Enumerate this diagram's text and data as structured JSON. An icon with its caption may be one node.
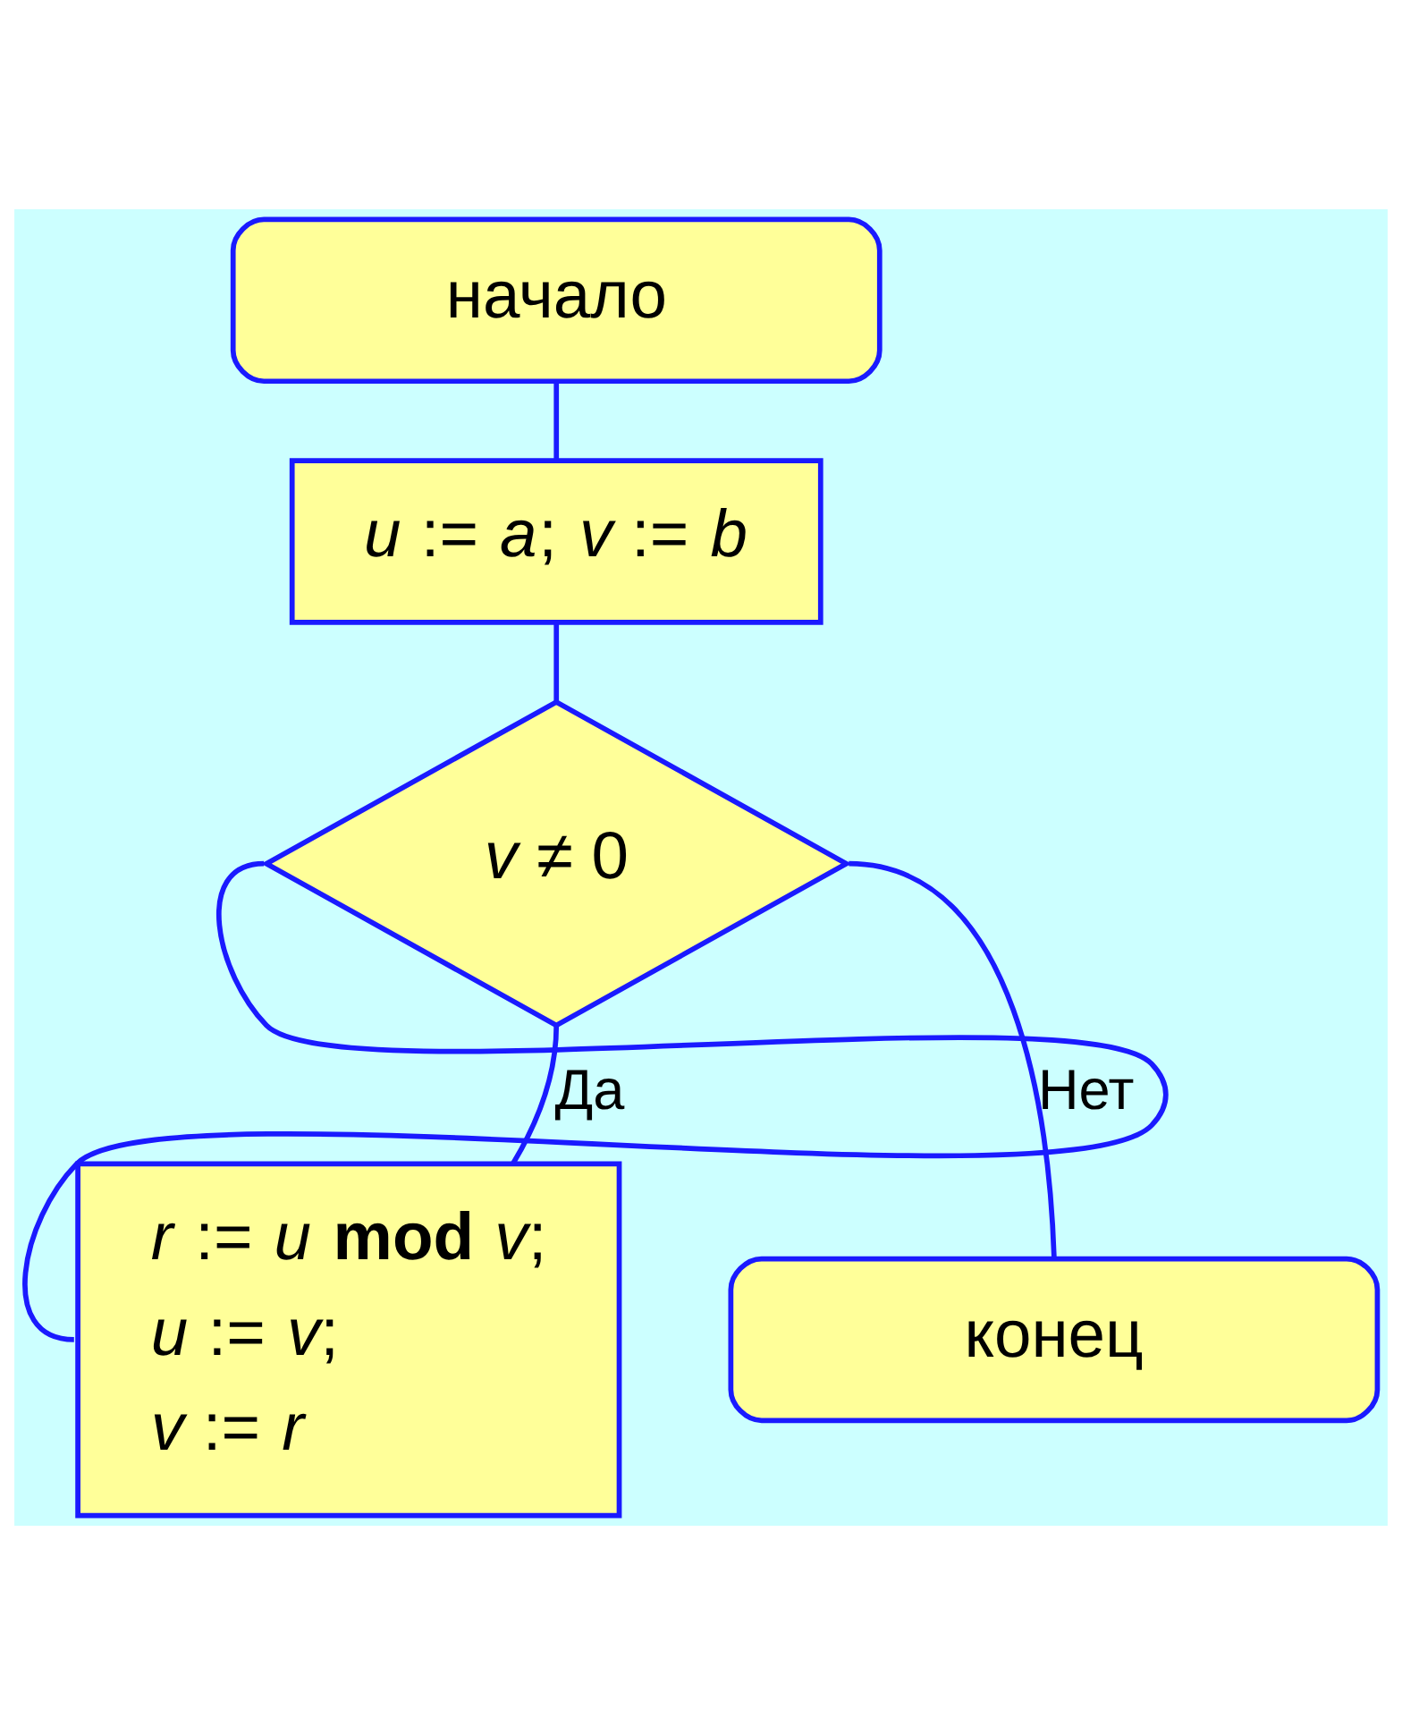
{
  "diagram": {
    "nodes": [
      {
        "text": [
          "начало"
        ]
      },
      {
        "text": [
          "*u* := *a*; *v* := *b*"
        ]
      },
      {
        "text": [
          "*v* ≠ 0"
        ]
      },
      {
        "text": [
          "*r* := *u* **mod** *v*;",
          "*u* := *v*;",
          "*v* := *r*"
        ]
      },
      {
        "text": [
          "конец"
        ]
      }
    ],
    "edges": [
      {
        "from": 0,
        "to": 1,
        "arrow": "none"
      },
      {
        "from": 1,
        "to": 2,
        "arrow": "none"
      },
      {
        "from": 2,
        "to": 3,
        "arrow": "none",
        "label": "Да"
      },
      {
        "from": 3,
        "to": 2,
        "arrow": "none"
      },
      {
        "from": 2,
        "to": 4,
        "arrow": "none",
        "label": "Нет"
      }
    ]
  }
}
